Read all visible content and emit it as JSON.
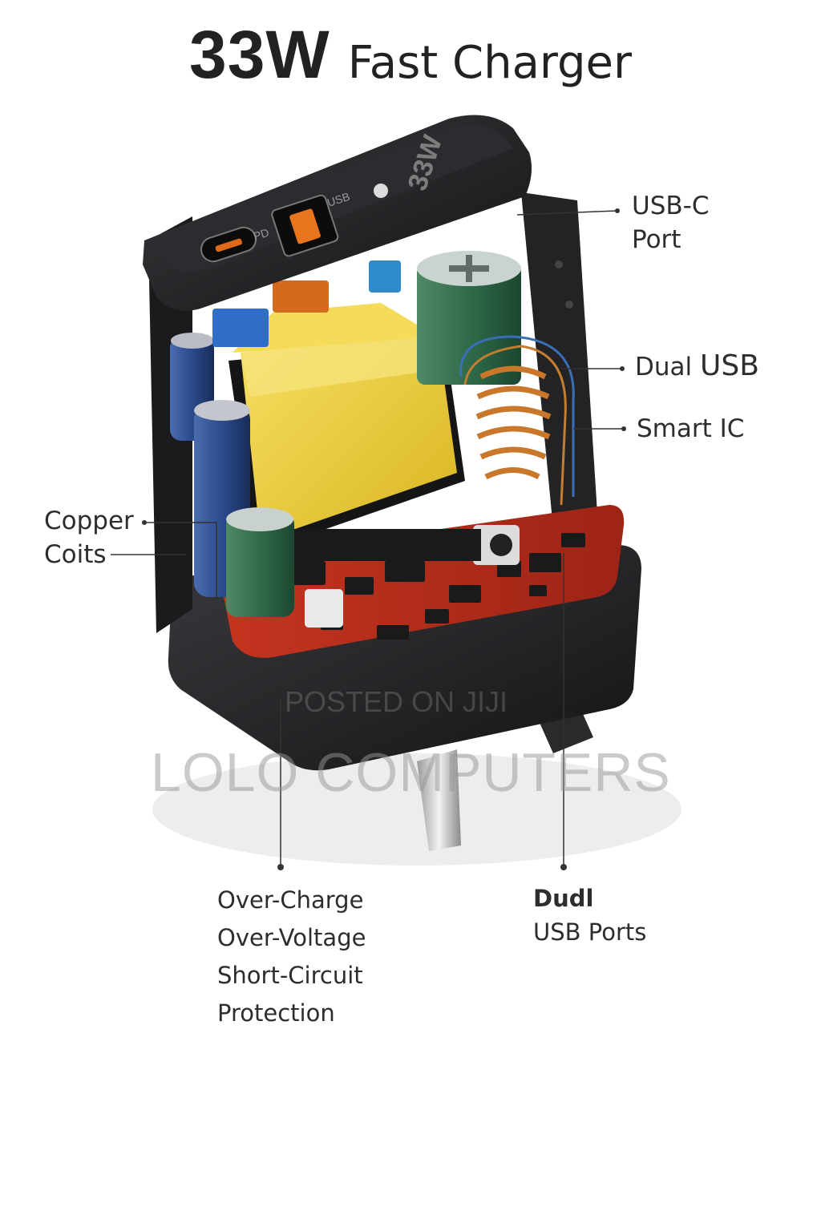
{
  "title": {
    "big": "33W",
    "rest": "Fast Charger"
  },
  "device": {
    "badge_watts": "33W",
    "port_label_pd": "PD",
    "port_label_usb": "USB"
  },
  "callouts": {
    "usbc": [
      "USB-C",
      "Port"
    ],
    "dual_usb": {
      "small": "Dual",
      "large": "USB"
    },
    "smart_ic": "Smart IC",
    "copper": [
      "Copper",
      "Coits"
    ],
    "protection": [
      "Over-Charge",
      "Over-Voltage",
      "Short-Circuit",
      "Protection"
    ],
    "dudl": {
      "bold": "Dudl",
      "rest": "USB Ports"
    }
  },
  "watermarks": {
    "small": "POSTED ON JIJI",
    "large": "LOLO COMPUTERS"
  },
  "colors": {
    "housing": "#1f1f22",
    "pcb": "#b32a1e",
    "transformer": "#f2d43a",
    "capacitor_green": "#2f6b4a",
    "capacitor_blue": "#2b4a8c",
    "copper": "#c9772a"
  }
}
